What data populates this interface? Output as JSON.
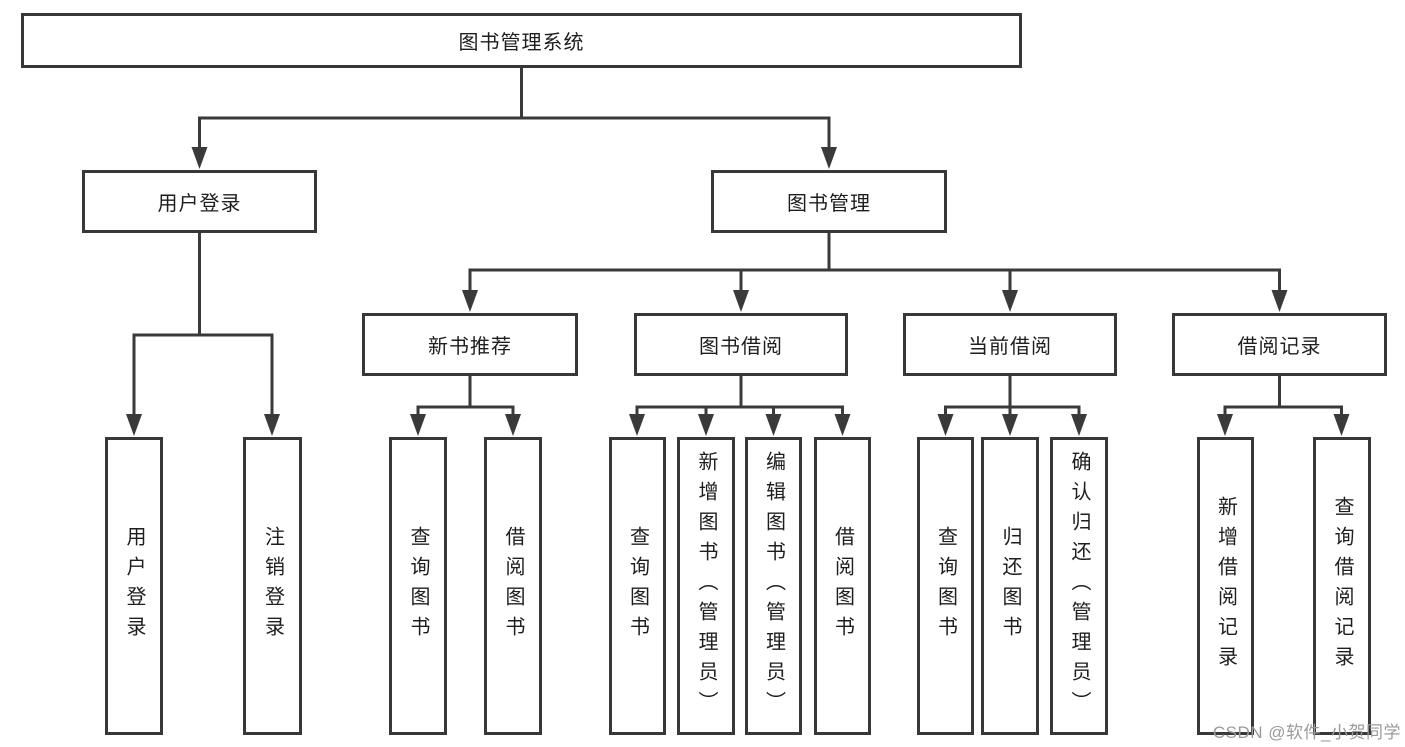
{
  "diagram": {
    "title": "图书管理系统",
    "nodes": {
      "root": {
        "label": "图书管理系统"
      },
      "user_login": {
        "label": "用户登录"
      },
      "book_mgmt": {
        "label": "图书管理"
      },
      "ul_login": {
        "label": "用户登录"
      },
      "ul_logout": {
        "label": "注销登录"
      },
      "new_book_rec": {
        "label": "新书推荐"
      },
      "book_borrow": {
        "label": "图书借阅"
      },
      "current_borrow": {
        "label": "当前借阅"
      },
      "borrow_records": {
        "label": "借阅记录"
      },
      "nbr_query": {
        "label": "查询图书"
      },
      "nbr_borrow": {
        "label": "借阅图书"
      },
      "bb_query": {
        "label": "查询图书"
      },
      "bb_add": {
        "label": "新增图书（管理员）"
      },
      "bb_edit": {
        "label": "编辑图书（管理员）"
      },
      "bb_borrow": {
        "label": "借阅图书"
      },
      "cb_query": {
        "label": "查询图书"
      },
      "cb_return": {
        "label": "归还图书"
      },
      "cb_confirm": {
        "label": "确认归还（管理员）"
      },
      "br_add": {
        "label": "新增借阅记录"
      },
      "br_query": {
        "label": "查询借阅记录"
      }
    },
    "line_color": "#3a3a3a",
    "box_background": "#ffffff",
    "text_color": "#1e1e1e"
  },
  "watermark": {
    "text": "CSDN @软件_小贺同学"
  }
}
